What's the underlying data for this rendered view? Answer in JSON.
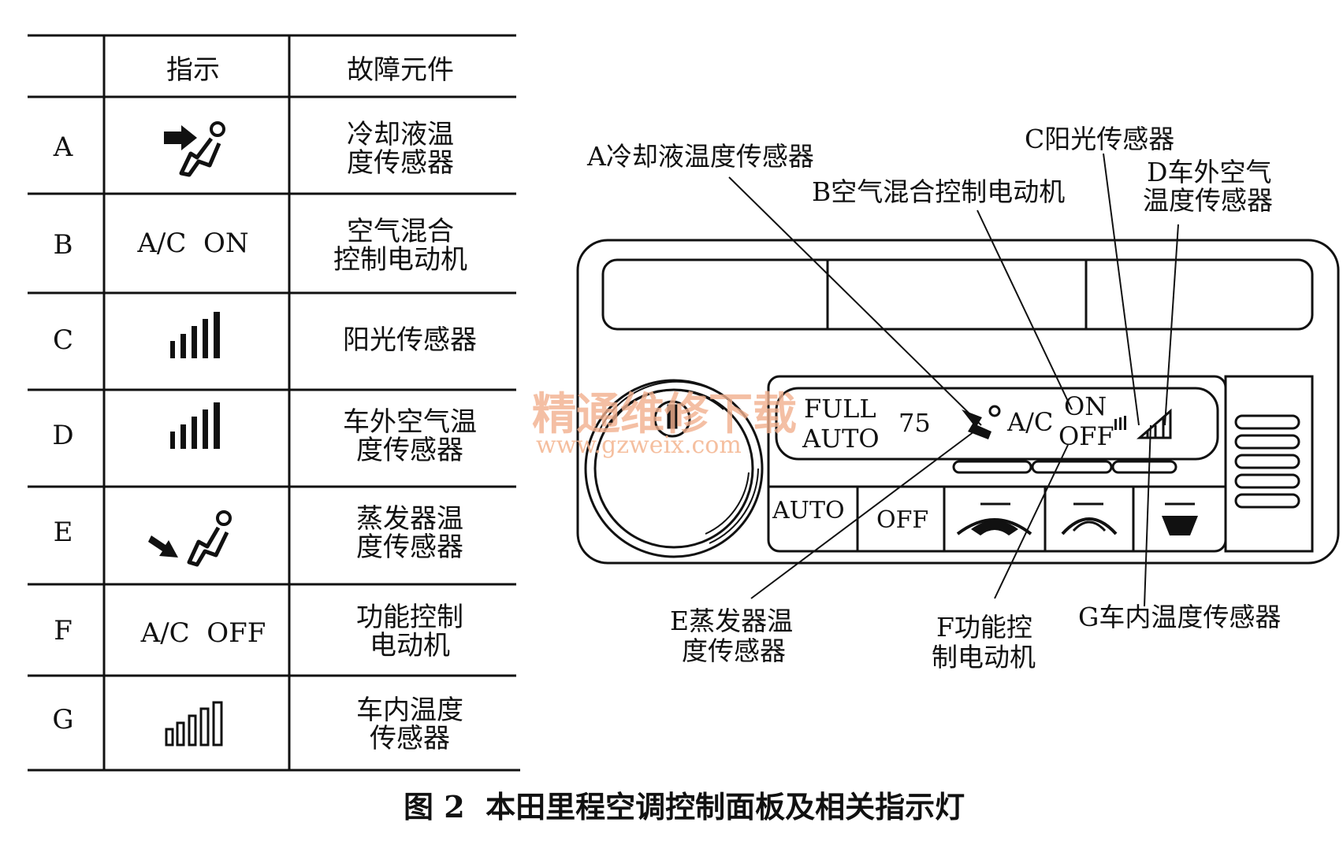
{
  "table": {
    "headers": [
      "",
      "指示",
      "故障元件"
    ],
    "rows": [
      {
        "id": "A",
        "indicator_icon": "outside-air-arrow-icon",
        "indicator_text": "",
        "component": [
          "冷却液温",
          "度传感器"
        ]
      },
      {
        "id": "B",
        "indicator_icon": "",
        "indicator_text": "A/C  ON",
        "component": [
          "空气混合",
          "控制电动机"
        ]
      },
      {
        "id": "C",
        "indicator_icon": "signal-bars-icon",
        "indicator_text": "",
        "component": [
          "阳光传感器"
        ]
      },
      {
        "id": "D",
        "indicator_icon": "signal-bars-icon",
        "indicator_text": "",
        "component": [
          "车外空气温",
          "度传感器"
        ]
      },
      {
        "id": "E",
        "indicator_icon": "floor-vent-arrow-icon",
        "indicator_text": "",
        "component": [
          "蒸发器温",
          "度传感器"
        ]
      },
      {
        "id": "F",
        "indicator_icon": "",
        "indicator_text": "A/C  OFF",
        "component": [
          "功能控制",
          "电动机"
        ]
      },
      {
        "id": "G",
        "indicator_icon": "hollow-bars-icon",
        "indicator_text": "",
        "component": [
          "车内温度",
          "传感器"
        ]
      }
    ]
  },
  "panel": {
    "display": {
      "full": "FULL",
      "auto": "AUTO",
      "temp": "75",
      "ac": "A/C",
      "on": "ON",
      "off": "OFF"
    },
    "buttons": {
      "auto": "AUTO",
      "off": "OFF"
    },
    "knob_icon": "fan-knob-icon"
  },
  "callouts": {
    "a": "A冷却液温度传感器",
    "b": "B空气混合控制电动机",
    "c": "C阳光传感器",
    "d": [
      "D车外空气",
      "温度传感器"
    ],
    "e": [
      "E蒸发器温",
      "度传感器"
    ],
    "f": [
      "F功能控",
      "制电动机"
    ],
    "g": "G车内温度传感器"
  },
  "watermark": {
    "cn": "精通维修下载",
    "url": "www.gzweix.com"
  },
  "caption": "图 2  本田里程空调控制面板及相关指示灯",
  "colors": {
    "ink": "#111111",
    "watermark": "#f2b08e"
  }
}
